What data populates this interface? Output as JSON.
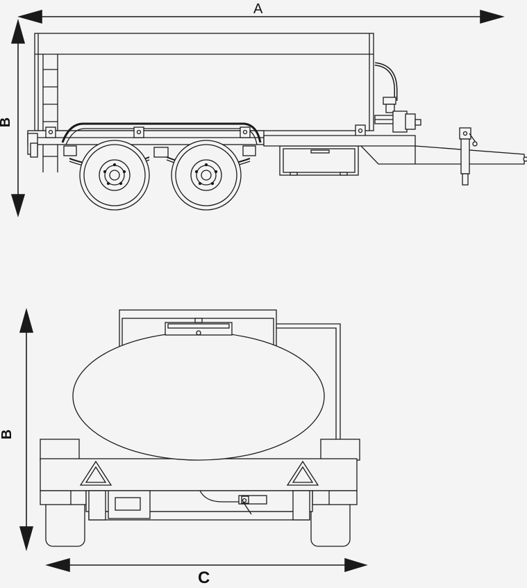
{
  "dimensions": {
    "a_label": "A",
    "b_label_side": "B",
    "b_label_rear": "B",
    "c_label": "C"
  },
  "colors": {
    "background": "#f4f4f4",
    "line": "#1a1a1a",
    "fill": "#f4f4f4"
  }
}
